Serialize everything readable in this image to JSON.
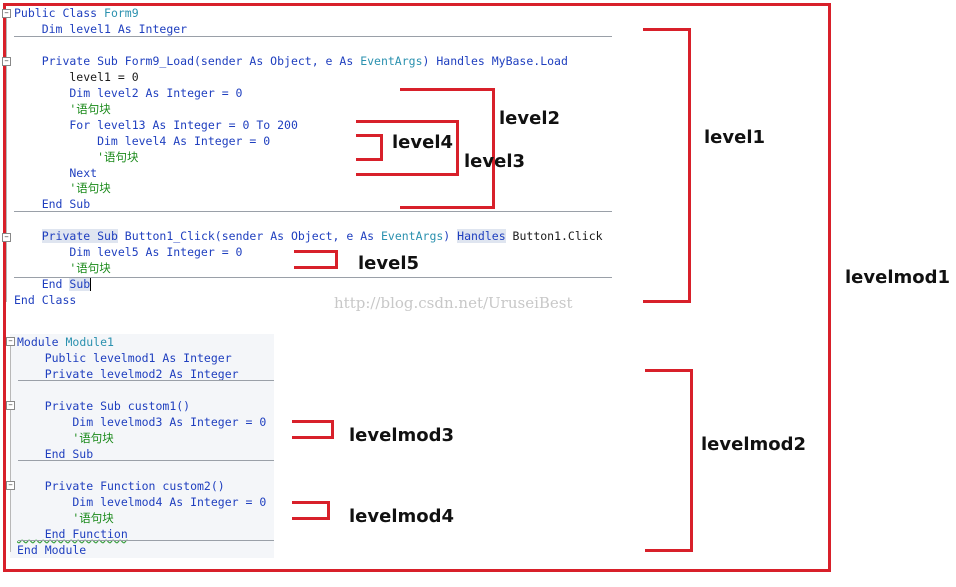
{
  "code_class": {
    "lines": [
      {
        "segs": [
          {
            "t": "Public Class ",
            "c": "kw"
          },
          {
            "t": "Form9",
            "c": "tp"
          }
        ]
      },
      {
        "segs": [
          {
            "t": "    Dim level1 As Integer",
            "c": "kw"
          }
        ]
      },
      {
        "segs": []
      },
      {
        "segs": [
          {
            "t": "    Private Sub Form9_Load(sender As Object, e As ",
            "c": "kw"
          },
          {
            "t": "EventArgs",
            "c": "tp"
          },
          {
            "t": ") Handles MyBase.Load",
            "c": "kw"
          }
        ]
      },
      {
        "segs": [
          {
            "t": "        level1 = 0",
            "c": ""
          }
        ]
      },
      {
        "segs": [
          {
            "t": "        Dim level2 As Integer = 0",
            "c": "kw"
          }
        ]
      },
      {
        "segs": [
          {
            "t": "        '语句块",
            "c": "cm"
          }
        ]
      },
      {
        "segs": [
          {
            "t": "        For level13 As Integer = 0 To 200",
            "c": "kw"
          }
        ]
      },
      {
        "segs": [
          {
            "t": "            Dim level4 As Integer = 0",
            "c": "kw"
          }
        ]
      },
      {
        "segs": [
          {
            "t": "            '语句块",
            "c": "cm"
          }
        ]
      },
      {
        "segs": [
          {
            "t": "        Next",
            "c": "kw"
          }
        ]
      },
      {
        "segs": [
          {
            "t": "        '语句块",
            "c": "cm"
          }
        ]
      },
      {
        "segs": [
          {
            "t": "    End Sub",
            "c": "kw"
          }
        ]
      },
      {
        "segs": []
      },
      {
        "segs": [
          {
            "t": "    ",
            "c": ""
          },
          {
            "t": "Private Sub",
            "c": "kw hl"
          },
          {
            "t": " Button1_Click(sender As Object, e As ",
            "c": "kw"
          },
          {
            "t": "EventArgs",
            "c": "tp"
          },
          {
            "t": ") ",
            "c": "kw"
          },
          {
            "t": "Handles",
            "c": "kw hl"
          },
          {
            "t": " Button1.Click",
            "c": ""
          }
        ]
      },
      {
        "segs": [
          {
            "t": "        Dim level5 As Integer = 0",
            "c": "kw"
          }
        ]
      },
      {
        "segs": [
          {
            "t": "        '语句块",
            "c": "cm"
          }
        ]
      },
      {
        "segs": [
          {
            "t": "    End ",
            "c": "kw"
          },
          {
            "t": "Sub",
            "c": "kw hl"
          }
        ]
      },
      {
        "segs": [
          {
            "t": "End Class",
            "c": "kw"
          }
        ]
      }
    ]
  },
  "code_module": {
    "lines": [
      {
        "segs": [
          {
            "t": "Module ",
            "c": "kw"
          },
          {
            "t": "Module1",
            "c": "tp"
          }
        ]
      },
      {
        "segs": [
          {
            "t": "    Public levelmod1 As Integer",
            "c": "kw"
          }
        ]
      },
      {
        "segs": [
          {
            "t": "    Private levelmod2 As Integer",
            "c": "kw"
          }
        ]
      },
      {
        "segs": []
      },
      {
        "segs": [
          {
            "t": "    Private Sub custom1()",
            "c": "kw"
          }
        ]
      },
      {
        "segs": [
          {
            "t": "        Dim levelmod3 As Integer = 0",
            "c": "kw"
          }
        ]
      },
      {
        "segs": [
          {
            "t": "        '语句块",
            "c": "cm"
          }
        ]
      },
      {
        "segs": [
          {
            "t": "    End Sub",
            "c": "kw"
          }
        ]
      },
      {
        "segs": []
      },
      {
        "segs": [
          {
            "t": "    Private Function custom2()",
            "c": "kw"
          }
        ]
      },
      {
        "segs": [
          {
            "t": "        Dim levelmod4 As Integer = 0",
            "c": "kw"
          }
        ]
      },
      {
        "segs": [
          {
            "t": "        '语句块",
            "c": "cm"
          }
        ]
      },
      {
        "segs": [
          {
            "t": "    End Function",
            "c": "kw squig"
          }
        ]
      },
      {
        "segs": [
          {
            "t": "End Module",
            "c": "kw"
          }
        ]
      }
    ]
  },
  "labels": {
    "level1": "level1",
    "level2": "level2",
    "level3": "level3",
    "level4": "level4",
    "level5": "level5",
    "levelmod1": "levelmod1",
    "levelmod2": "levelmod2",
    "levelmod3": "levelmod3",
    "levelmod4": "levelmod4"
  },
  "watermark": "http://blog.csdn.net/UruseiBest",
  "colors": {
    "frame": "#d8202a",
    "keyword": "#1f3fbf",
    "type": "#2b91af",
    "comment": "#1a8a1a"
  }
}
